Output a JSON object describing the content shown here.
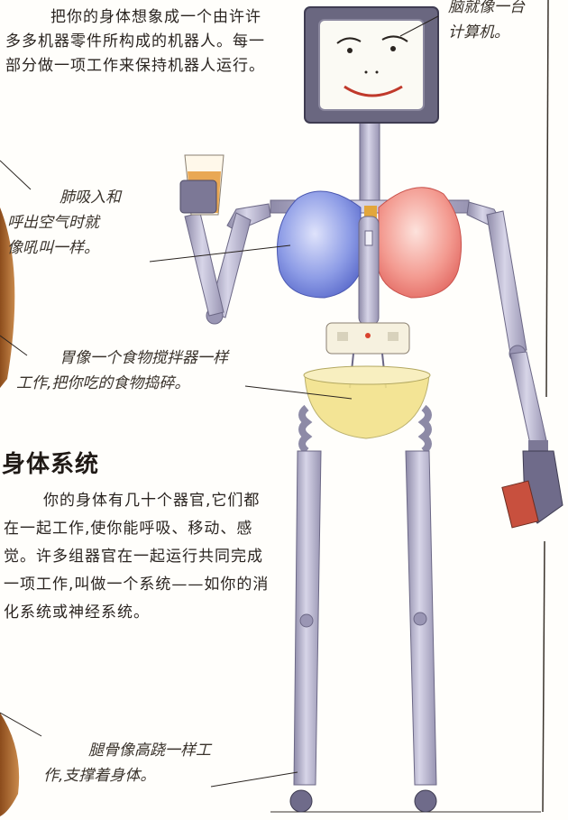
{
  "intro_text": "把你的身体想象成一个由许许多多机器零件所构成的机器人。每一部分做一项工作来保持机器人运行。",
  "captions": {
    "brain": "脑就像一台计算机。",
    "lung_lines": [
      "肺吸入和",
      "呼出空气时就",
      "像吼叫一样。"
    ],
    "stomach_lines": [
      "胃像一个食物搅拌器一样",
      "工作,把你吃的食物捣碎。"
    ],
    "leg_lines": [
      "腿骨像高跷一样工",
      "作,支撑着身体。"
    ]
  },
  "section": {
    "heading": "身体系统",
    "body": "你的身体有几十个器官,它们都在一起工作,使你能呼吸、移动、感觉。许多组器官在一起运行共同完成一项工作,叫做一个系统——如你的消化系统或神经系统。"
  },
  "colors": {
    "robot_metal": "#b8b6d0",
    "lung_left": "#7d8fe0",
    "lung_right": "#f08a84",
    "mixer_fluid": "#f2e28a",
    "skin": "#b8763e",
    "juice": "#e59a3a"
  }
}
